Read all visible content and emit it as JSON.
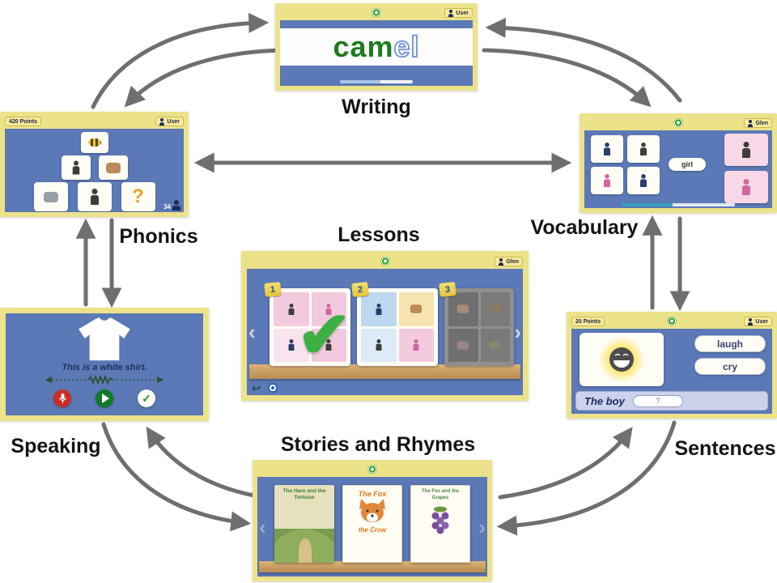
{
  "labels": {
    "writing": "Writing",
    "phonics": "Phonics",
    "vocabulary": "Vocabulary",
    "lessons": "Lessons",
    "speaking": "Speaking",
    "sentences": "Sentences",
    "stories": "Stories and Rhymes"
  },
  "writing": {
    "word_solid": "cam",
    "word_outline": "el",
    "user_label": "User"
  },
  "phonics": {
    "points": "420 Points",
    "user_label": "User",
    "question_mark": "?",
    "score": "34"
  },
  "vocabulary": {
    "user_label": "Glen",
    "word": "girl"
  },
  "lessons": {
    "user_label": "Glen",
    "numbers": [
      "1",
      "2",
      "3"
    ],
    "check_icon": "✔",
    "prev_icon": "‹",
    "next_icon": "›"
  },
  "speaking": {
    "sentence": "This is a white shirt."
  },
  "sentences": {
    "points": "20 Points",
    "user_label": "User",
    "options": [
      "laugh",
      "cry"
    ],
    "prompt": "The boy",
    "blank": "?"
  },
  "stories": {
    "book1_title": "The Hare and the Tortoise",
    "book2_title_top": "The Fox",
    "book2_title_bottom": "the Crow",
    "book3_title": "The Fox and the Grapes",
    "prev_icon": "‹",
    "next_icon": "›"
  },
  "connections": [
    [
      "writing",
      "phonics",
      "bidirectional"
    ],
    [
      "writing",
      "vocabulary",
      "bidirectional"
    ],
    [
      "phonics",
      "vocabulary",
      "bidirectional"
    ],
    [
      "phonics",
      "speaking",
      "bidirectional"
    ],
    [
      "vocabulary",
      "sentences",
      "bidirectional"
    ],
    [
      "speaking",
      "stories",
      "bidirectional"
    ],
    [
      "sentences",
      "stories",
      "bidirectional"
    ]
  ],
  "colors": {
    "frame_yellow": "#ece28a",
    "screen_blue": "#5b79b6",
    "arrow_gray": "#6f6f6f",
    "check_green": "#3cb043",
    "word_green": "#1d7a1d",
    "word_outline_blue": "#7d9bd8"
  }
}
